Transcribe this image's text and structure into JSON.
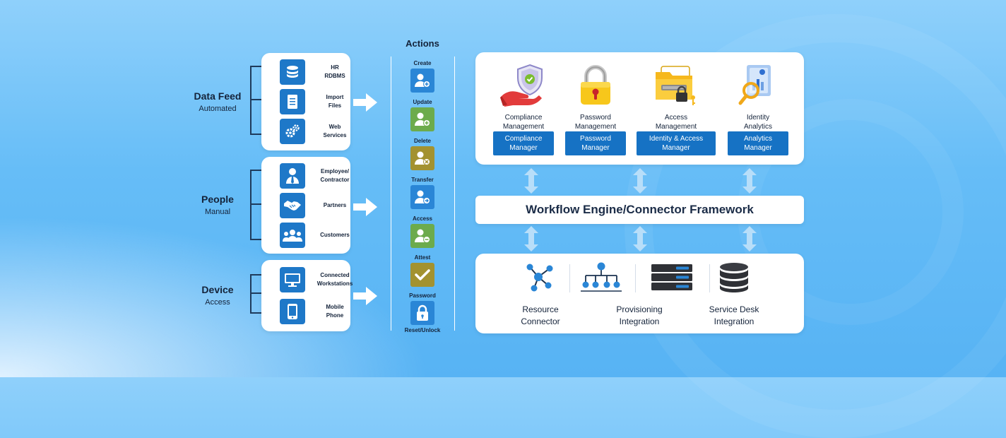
{
  "sources": [
    {
      "title": "Data Feed",
      "subtitle": "Automated",
      "items": [
        {
          "label": "HR\nRDBMS",
          "icon": "database-icon"
        },
        {
          "label": "Import\nFiles",
          "icon": "document-icon"
        },
        {
          "label": "Web\nServices",
          "icon": "gears-icon"
        }
      ]
    },
    {
      "title": "People",
      "subtitle": "Manual",
      "items": [
        {
          "label": "Employee/\nContractor",
          "icon": "employee-icon"
        },
        {
          "label": "Partners",
          "icon": "handshake-icon"
        },
        {
          "label": "Customers",
          "icon": "customers-icon"
        }
      ]
    },
    {
      "title": "Device",
      "subtitle": "Access",
      "items": [
        {
          "label": "Connected\nWorkstations",
          "icon": "monitor-icon"
        },
        {
          "label": "Mobile\nPhone",
          "icon": "phone-icon"
        }
      ]
    }
  ],
  "actions": {
    "title": "Actions",
    "items": [
      {
        "label": "Create",
        "color": "#2a86d6",
        "icon": "user-add-icon"
      },
      {
        "label": "Update",
        "color": "#6cab4c",
        "icon": "user-update-icon"
      },
      {
        "label": "Delete",
        "color": "#a39230",
        "icon": "user-delete-icon"
      },
      {
        "label": "Transfer",
        "color": "#2a86d6",
        "icon": "user-transfer-icon"
      },
      {
        "label": "Access",
        "color": "#6cab4c",
        "icon": "user-access-icon"
      },
      {
        "label": "Attest",
        "color": "#a39230",
        "icon": "check-icon"
      },
      {
        "label": "Password",
        "label2": "Reset/Unlock",
        "color": "#2a86d6",
        "icon": "lock-icon"
      }
    ]
  },
  "modules": [
    {
      "label": "Compliance\nManagement",
      "button": "Compliance\nManager",
      "icon": "compliance-shield-icon"
    },
    {
      "label": "Password\nManagement",
      "button": "Password\nManager",
      "icon": "padlock-icon"
    },
    {
      "label": "Access\nManagement",
      "button": "Identity & Access\nManager",
      "icon": "folder-lock-icon"
    },
    {
      "label": "Identity\nAnalytics",
      "button": "Analytics\nManager",
      "icon": "analytics-magnifier-icon"
    }
  ],
  "engine": {
    "label": "Workflow Engine/Connector Framework"
  },
  "integrations": [
    {
      "label": "Resource\nConnector",
      "icon": "network-nodes-icon"
    },
    {
      "label": "Provisioning\nIntegration",
      "icon": "hierarchy-icon"
    },
    {
      "label": "Service Desk\nIntegration",
      "icon": "server-rack-icon"
    },
    {
      "label": "",
      "icon": "database-stack-icon"
    }
  ]
}
